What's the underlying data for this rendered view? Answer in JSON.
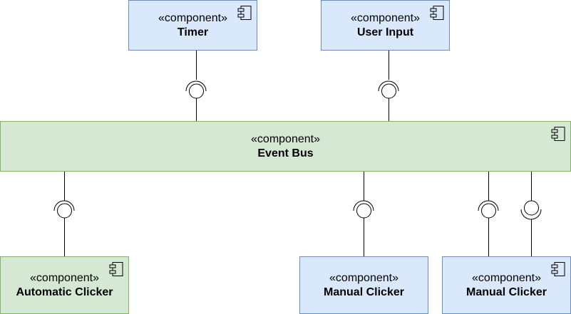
{
  "diagram": {
    "components": [
      {
        "id": "timer",
        "stereotype": "«component»",
        "name": "Timer"
      },
      {
        "id": "user-input",
        "stereotype": "«component»",
        "name": "User Input"
      },
      {
        "id": "event-bus",
        "stereotype": "«component»",
        "name": "Event Bus"
      },
      {
        "id": "automatic-clicker",
        "stereotype": "«component»",
        "name": "Automatic Clicker"
      },
      {
        "id": "manual-clicker-1",
        "stereotype": "«component»",
        "name": "Manual Clicker"
      },
      {
        "id": "manual-clicker-2",
        "stereotype": "«component»",
        "name": "Manual Clicker"
      }
    ],
    "connectors": [
      {
        "from": "timer",
        "to": "event-bus"
      },
      {
        "from": "user-input",
        "to": "event-bus"
      },
      {
        "from": "event-bus",
        "to": "automatic-clicker"
      },
      {
        "from": "event-bus",
        "to": "manual-clicker-1"
      },
      {
        "from": "event-bus",
        "to": "manual-clicker-2"
      },
      {
        "from": "event-bus",
        "to": "manual-clicker-2"
      }
    ],
    "colors": {
      "blue_fill": "#dae8fc",
      "blue_stroke": "#6c8ebf",
      "green_fill": "#d5e8d4",
      "green_stroke": "#82b366",
      "line": "#000000"
    }
  }
}
